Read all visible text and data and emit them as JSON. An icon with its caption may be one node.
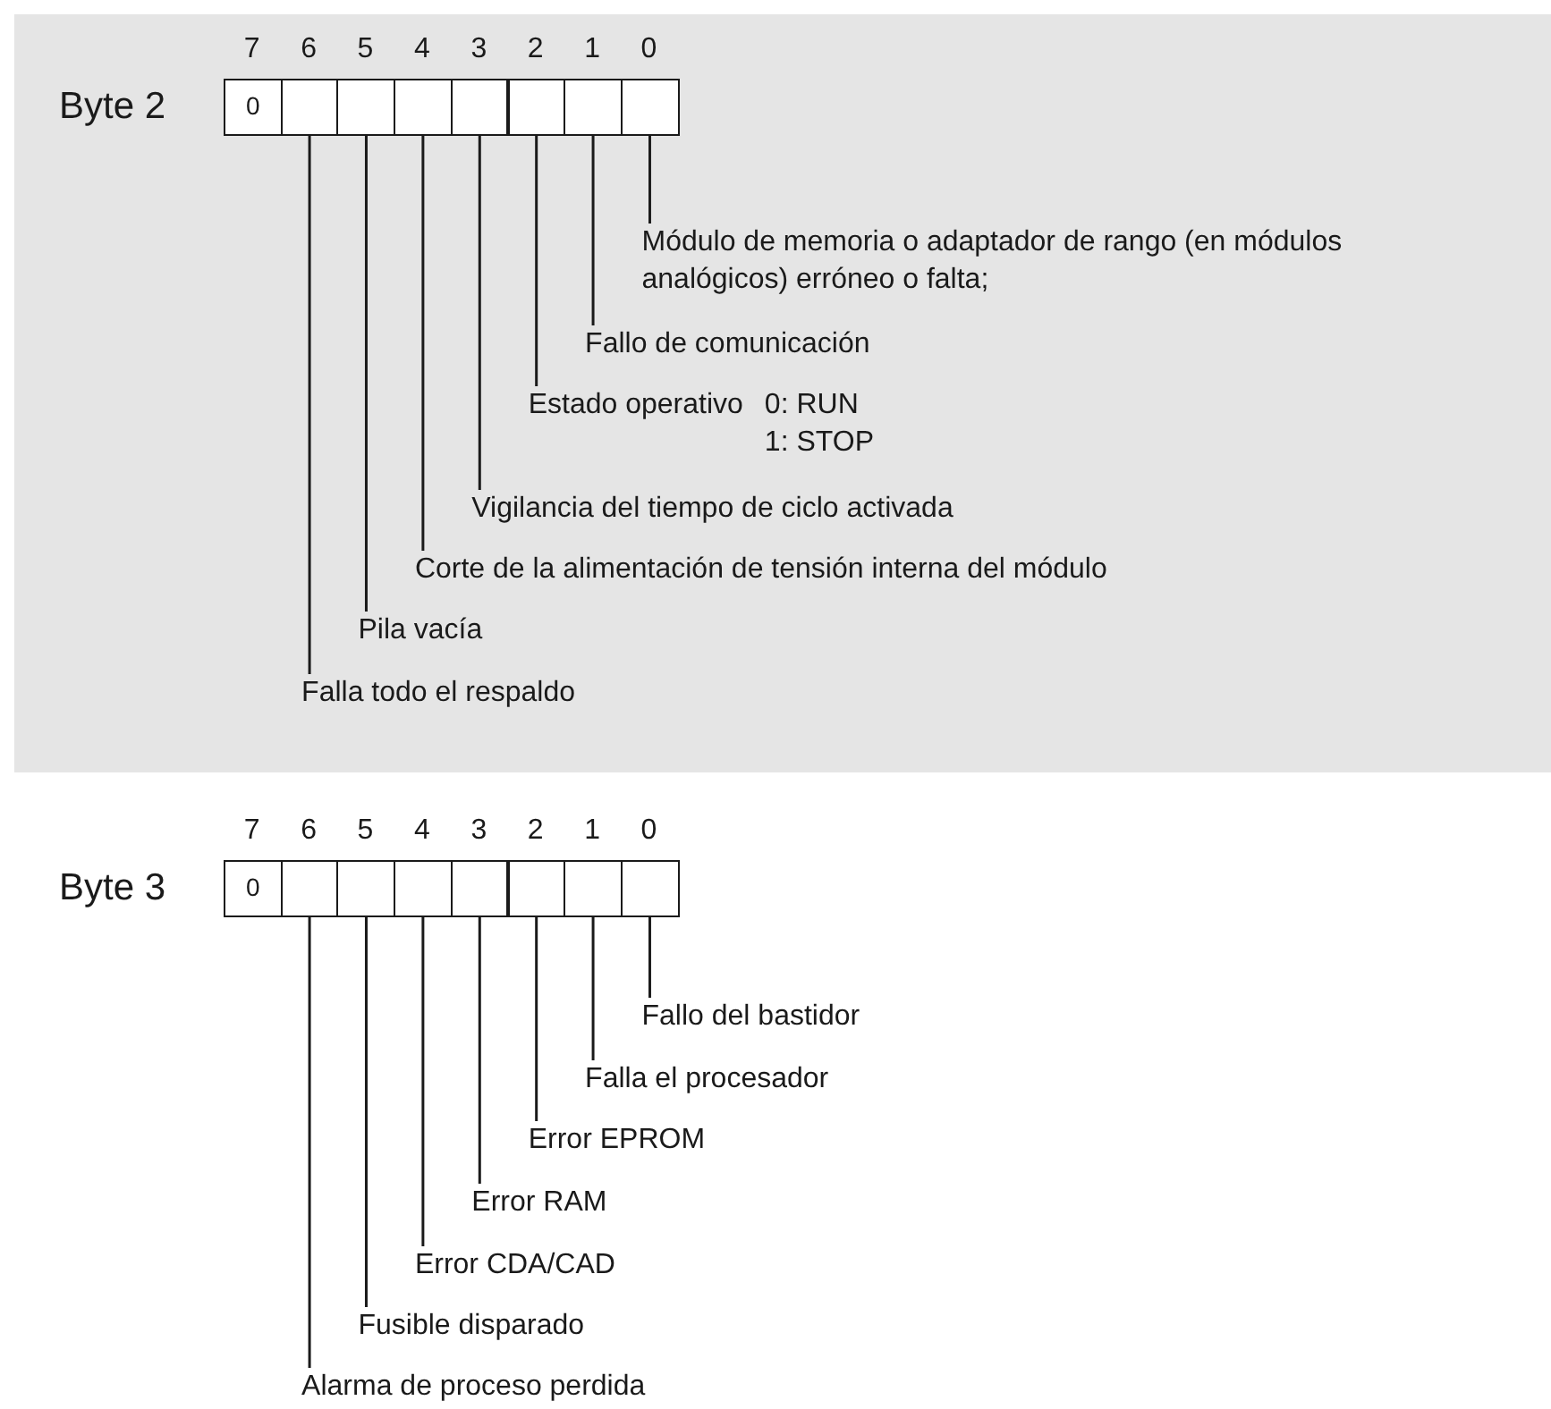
{
  "diagram": {
    "nodes": [
      {
        "text": [
          "0"
        ]
      },
      {
        "text": [],
        "shape": "box"
      },
      {
        "text": [],
        "shape": "box"
      },
      {
        "text": [],
        "shape": "box"
      },
      {
        "text": [],
        "shape": "box"
      },
      {
        "text": [],
        "shape": "box"
      },
      {
        "text": [],
        "shape": "box"
      },
      {
        "text": [],
        "shape": "box"
      },
      {
        "text": [
          "Módulo de memoria o adaptador de rango (en módulos analógicos) erróneo o falta;"
        ]
      },
      {
        "text": [
          "Fallo de comunicación"
        ]
      },
      {
        "text": [
          "Estado operativo",
          "0: RUN 1: STOP"
        ]
      },
      {
        "text": [
          "Vigilancia del tiempo de ciclo activada"
        ]
      },
      {
        "text": [
          "Corte de la alimentación de tensión interna del módulo"
        ]
      },
      {
        "text": [
          "Pila vacía"
        ]
      },
      {
        "text": [
          "Falla todo el respaldo"
        ]
      },
      {
        "text": [
          "0"
        ]
      },
      {
        "text": [],
        "shape": "box"
      },
      {
        "text": [],
        "shape": "box"
      },
      {
        "text": [],
        "shape": "box"
      },
      {
        "text": [],
        "shape": "box"
      },
      {
        "text": [],
        "shape": "box"
      },
      {
        "text": [],
        "shape": "box"
      },
      {
        "text": [],
        "shape": "box"
      },
      {
        "text": [
          "Fallo del bastidor"
        ]
      },
      {
        "text": [
          "Falla el procesador"
        ]
      },
      {
        "text": [
          "Error EPROM"
        ]
      },
      {
        "text": [
          "Error RAM"
        ]
      },
      {
        "text": [
          "Error CDA/CAD"
        ]
      },
      {
        "text": [
          "Fusible disparado"
        ]
      },
      {
        "text": [
          "Alarma de proceso perdida"
        ]
      }
    ],
    "edges": [
      {
        "from": 8,
        "to": 7,
        "arrow": "none"
      },
      {
        "from": 9,
        "to": 6,
        "arrow": "none"
      },
      {
        "from": 10,
        "to": 5,
        "arrow": "none"
      },
      {
        "from": 11,
        "to": 4,
        "arrow": "none"
      },
      {
        "from": 12,
        "to": 3,
        "arrow": "none"
      },
      {
        "from": 13,
        "to": 2,
        "arrow": "none"
      },
      {
        "from": 14,
        "to": 1,
        "arrow": "none"
      },
      {
        "from": 23,
        "to": 22,
        "arrow": "none"
      },
      {
        "from": 24,
        "to": 21,
        "arrow": "none"
      },
      {
        "from": 25,
        "to": 20,
        "arrow": "none"
      },
      {
        "from": 26,
        "to": 19,
        "arrow": "none"
      },
      {
        "from": 27,
        "to": 18,
        "arrow": "none"
      },
      {
        "from": 28,
        "to": 17,
        "arrow": "none"
      },
      {
        "from": 29,
        "to": 16,
        "arrow": "none"
      }
    ],
    "labels": [
      "7",
      "6",
      "5",
      "4",
      "3",
      "2",
      "1",
      "0",
      "Byte 2",
      "7",
      "6",
      "5",
      "4",
      "3",
      "2",
      "1",
      "0",
      "Byte 3"
    ]
  }
}
